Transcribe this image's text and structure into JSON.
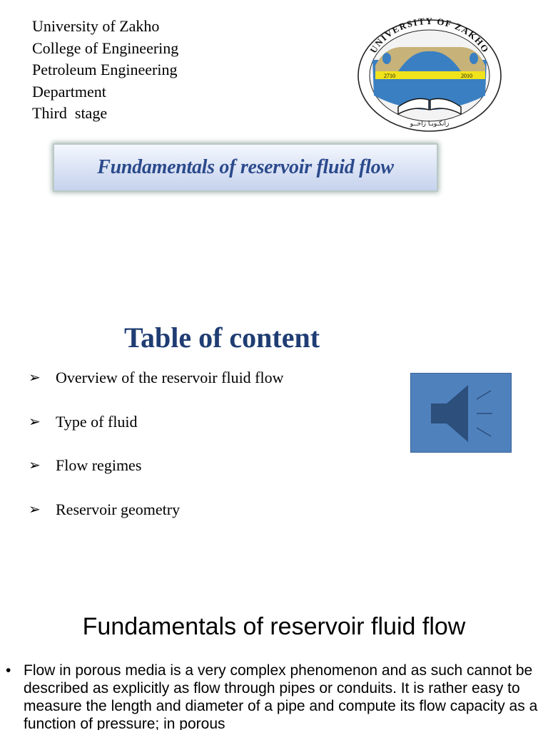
{
  "slide1": {
    "header_lines": [
      "University of Zakho",
      "College of Engineering",
      "Petroleum Engineering",
      "Department",
      "Third  stage"
    ],
    "logo": {
      "ring_text": "UNIVERSITY OF ZAKHO",
      "year_left": "2710",
      "year_right": "2010",
      "bottom_text": "زانكـويـا زاخــو"
    },
    "title": "Fundamentals of reservoir fluid flow"
  },
  "slide2": {
    "heading": "Table of content",
    "bullet_icon": "arrowhead-bullet-icon",
    "items": [
      "Overview of the reservoir fluid flow",
      "Type of fluid",
      "Flow regimes",
      "Reservoir geometry"
    ],
    "media_icon": "speaker-icon",
    "media_color": "#4f81bd"
  },
  "slide3": {
    "heading": "Fundamentals of reservoir fluid flow",
    "bullet": "•",
    "paragraph": "Flow in porous media is a very complex phenomenon and as such cannot be described as explicitly as flow through pipes or conduits. It is rather easy to measure the length and diameter of a pipe and compute its flow capacity as a function of pressure; in porous"
  },
  "colors": {
    "title_text": "#2b4a8c",
    "toc_heading": "#1f3d73",
    "speaker_fill": "#4f81bd"
  }
}
